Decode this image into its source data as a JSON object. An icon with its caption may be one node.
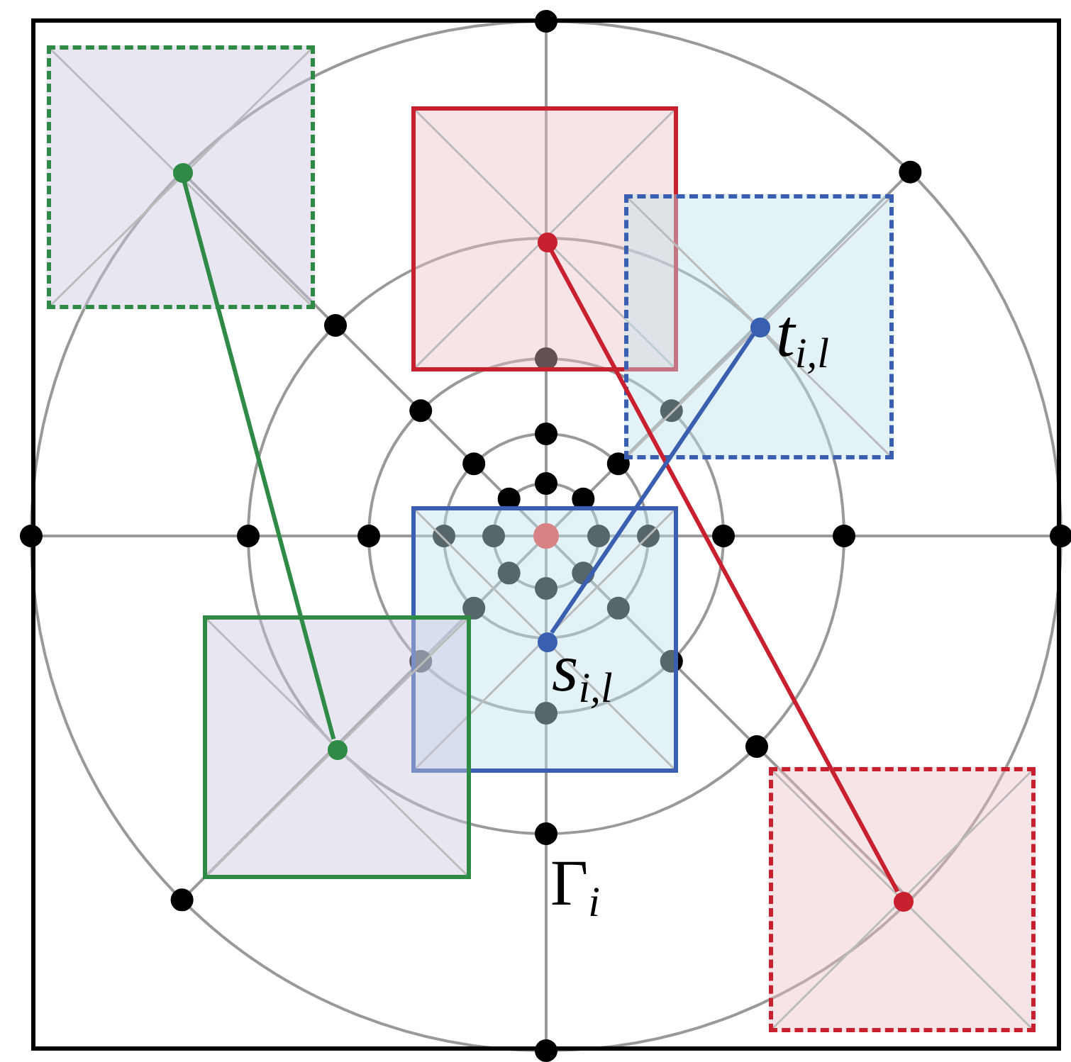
{
  "diagram": {
    "nodes": [
      {
        "text": [
          "Γ$_{i}$"
        ]
      },
      {
        "text": [],
        "shape": "box",
        "in": 0
      },
      {
        "text": [],
        "shape": "box",
        "in": 0
      },
      {
        "text": [],
        "shape": "box",
        "in": 0
      },
      {
        "text": [],
        "shape": "box",
        "in": 0
      },
      {
        "text": [],
        "shape": "box",
        "in": 0
      },
      {
        "text": [],
        "shape": "box",
        "in": 0
      },
      {
        "text": [],
        "shape": "circle",
        "in": 1
      },
      {
        "text": [],
        "shape": "circle",
        "in": 2
      },
      {
        "text": [],
        "shape": "circle",
        "in": 3,
        "beside": [
          "*t*$_{i,l}$"
        ]
      },
      {
        "text": [],
        "shape": "circle",
        "in": 4,
        "beside": [
          "*s*$_{i,l}$"
        ]
      },
      {
        "text": [],
        "shape": "circle",
        "in": 5
      },
      {
        "text": [],
        "shape": "circle",
        "in": 6
      }
    ],
    "edges": [
      {
        "from": 7,
        "to": 11,
        "arrow": "none",
        "color": "#2f8a46"
      },
      {
        "from": 8,
        "to": 12,
        "arrow": "none",
        "color": "#c8202f"
      },
      {
        "from": 10,
        "to": 9,
        "arrow": "none",
        "color": "#3a5fb0"
      }
    ]
  }
}
